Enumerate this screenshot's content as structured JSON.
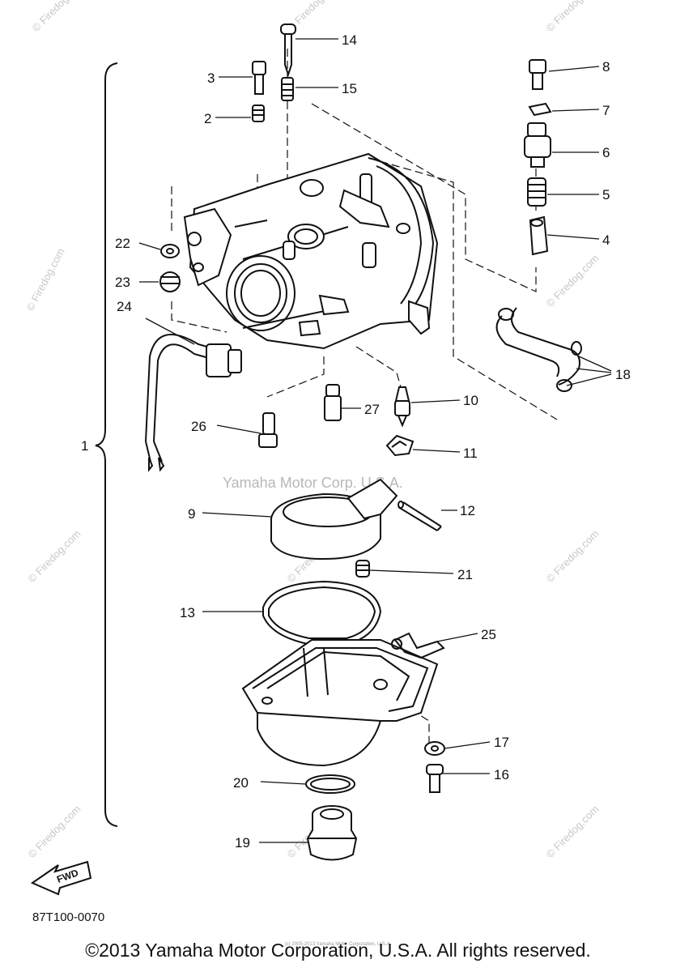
{
  "diagram": {
    "callouts": {
      "p1": "1",
      "p2": "2",
      "p3": "3",
      "p4": "4",
      "p5": "5",
      "p6": "6",
      "p7": "7",
      "p8": "8",
      "p9": "9",
      "p10": "10",
      "p11": "11",
      "p12": "12",
      "p13": "13",
      "p14": "14",
      "p15": "15",
      "p16": "16",
      "p17": "17",
      "p18": "18",
      "p19": "19",
      "p20": "20",
      "p21": "21",
      "p22": "22",
      "p23": "23",
      "p24": "24",
      "p25": "25",
      "p26": "26",
      "p27": "27"
    },
    "fwd_label": "FWD",
    "center_watermark": "Yamaha Motor Corp. U.S.A.",
    "site_watermark": "© Firedog.com",
    "doc_code": "87T100-0070",
    "tiny_note": "(c) 2005-2013 Yamaha Motor Corporation, U.S.A.",
    "copyright": "©2013 Yamaha Motor Corporation, U.S.A. All rights reserved."
  },
  "colors": {
    "ink": "#111111",
    "watermark": "#c8c8c8",
    "background": "#ffffff"
  }
}
